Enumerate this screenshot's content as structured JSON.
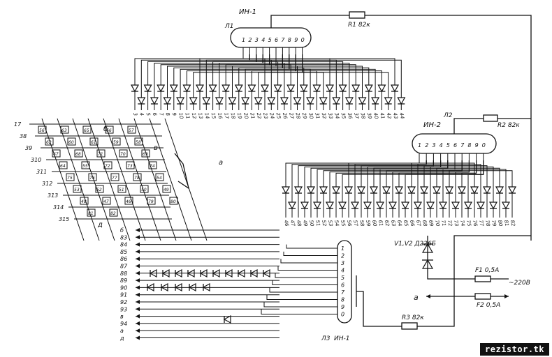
{
  "tube1": {
    "name": "ИН-1",
    "designator": "Л1",
    "pins": [
      "1",
      "2",
      "3",
      "4",
      "5",
      "6",
      "7",
      "8",
      "9",
      "0"
    ],
    "resistor": "R1 82к"
  },
  "tube2": {
    "name": "ИН-2",
    "designator": "Л2",
    "pins": [
      "1",
      "2",
      "3",
      "4",
      "5",
      "6",
      "7",
      "8",
      "9",
      "0"
    ],
    "resistor": "R2 82к"
  },
  "tube3": {
    "name": "ИН-1",
    "designator": "Л3",
    "pins": [
      "1",
      "2",
      "3",
      "4",
      "5",
      "6",
      "7",
      "8",
      "9",
      "0"
    ],
    "resistor": "R3 82к"
  },
  "row1_numbers": [
    "3",
    "4",
    "5",
    "6",
    "7",
    "8",
    "9",
    "10",
    "11",
    "12",
    "13",
    "14",
    "15",
    "16",
    "17",
    "18",
    "19",
    "20",
    "21",
    "22",
    "23",
    "24",
    "25",
    "26",
    "27",
    "28",
    "29",
    "30",
    "31",
    "32",
    "33",
    "34",
    "35",
    "36",
    "37",
    "38",
    "39",
    "40",
    "41",
    "42",
    "43",
    "44"
  ],
  "row2_numbers": [
    "46",
    "47",
    "48",
    "49",
    "50",
    "51",
    "52",
    "53",
    "54",
    "55",
    "56",
    "57",
    "58",
    "59",
    "60",
    "61",
    "62",
    "63",
    "64",
    "65",
    "66",
    "67",
    "68",
    "69",
    "70",
    "71",
    "72",
    "73",
    "74",
    "75",
    "76",
    "77",
    "78",
    "79",
    "80",
    "81",
    "82"
  ],
  "left_outputs": [
    "б",
    "83",
    "84",
    "85",
    "86",
    "87",
    "88",
    "89",
    "90",
    "91",
    "92",
    "93",
    "в",
    "94",
    "а",
    "д"
  ],
  "matrix_rows": [
    "17",
    "38",
    "39",
    "310",
    "311",
    "312",
    "313",
    "314",
    "315"
  ],
  "matrix_labels": {
    "b": "б",
    "v": "в",
    "a": "а",
    "d": "д"
  },
  "matrix_cells": [
    "56",
    "63",
    "65",
    "66",
    "57",
    "62",
    "60",
    "61",
    "59",
    "58",
    "67",
    "68",
    "71",
    "70",
    "69",
    "64",
    "55",
    "72",
    "73",
    "74",
    "75",
    "76",
    "77",
    "78",
    "54",
    "53",
    "52",
    "51",
    "50",
    "49",
    "48",
    "47",
    "46",
    "79",
    "80",
    "81",
    "82"
  ],
  "power": {
    "diodes": "V1,V2 Д226Б",
    "fuse1": "F1 0,5А",
    "fuse2": "F2 0,5А",
    "voltage": "~220В",
    "node": "а"
  },
  "watermark": "rezistor.tk"
}
